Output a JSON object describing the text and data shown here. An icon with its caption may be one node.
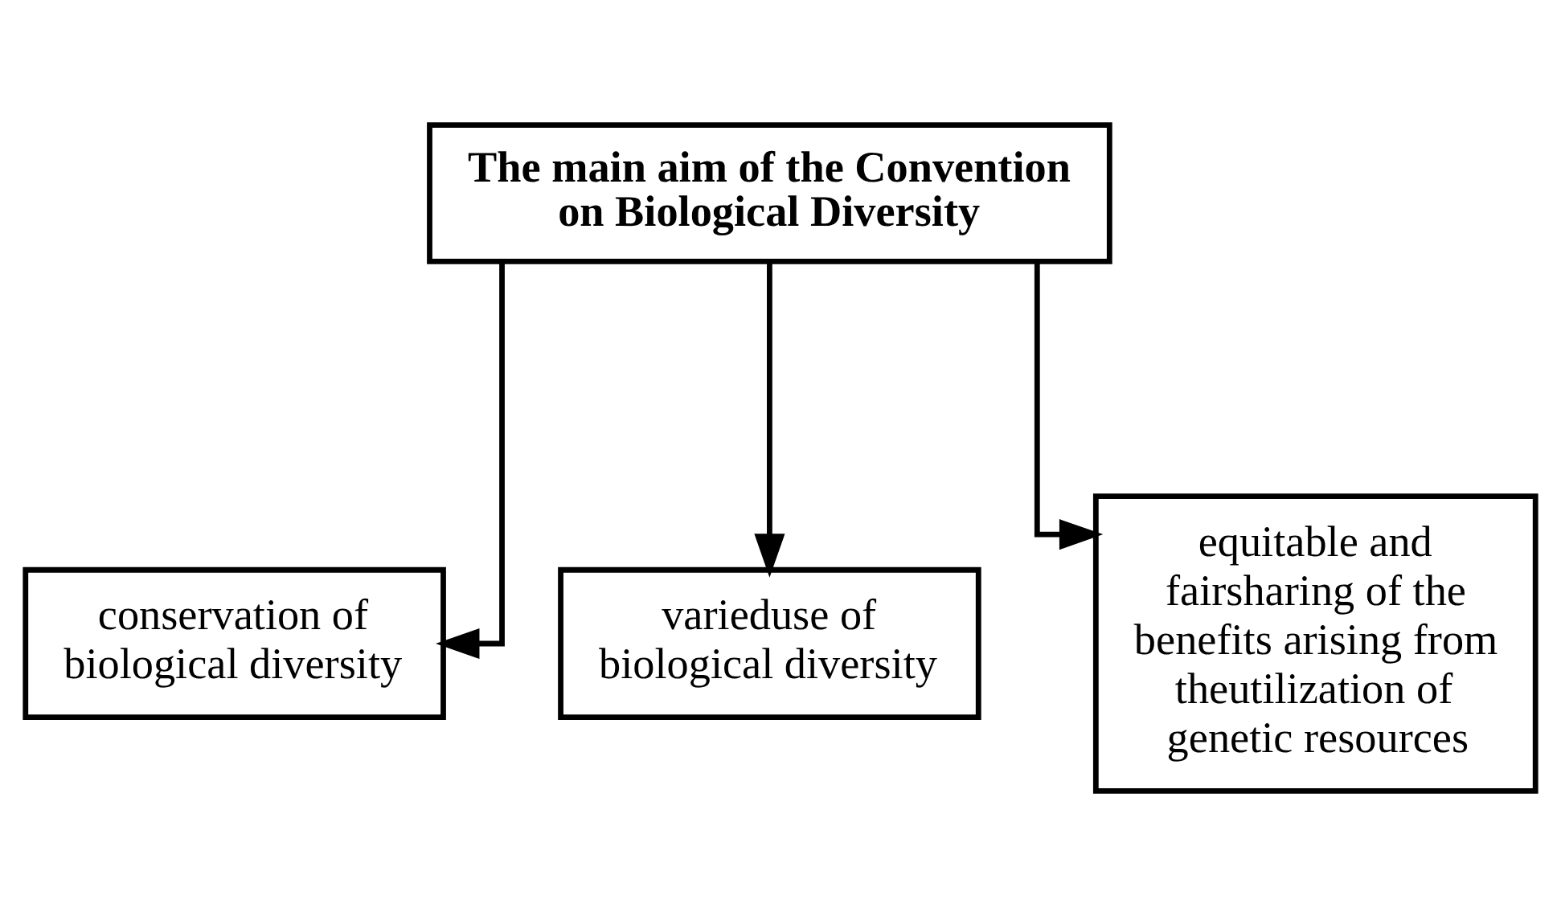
{
  "diagram": {
    "nodes": [
      {
        "text": [
          "The main aim of the Convention on Biological Diversity"
        ]
      },
      {
        "text": [
          "conservation of biological diversity"
        ]
      },
      {
        "text": [
          "varieduse of biological diversity"
        ]
      },
      {
        "text": [
          "equitable and fairsharing of the benefits arising from theutilization of genetic resources"
        ]
      }
    ],
    "edges": [
      {
        "from": 0,
        "to": 1,
        "arrow": "to"
      },
      {
        "from": 0,
        "to": 2,
        "arrow": "to"
      },
      {
        "from": 0,
        "to": 3,
        "arrow": "to"
      }
    ]
  }
}
